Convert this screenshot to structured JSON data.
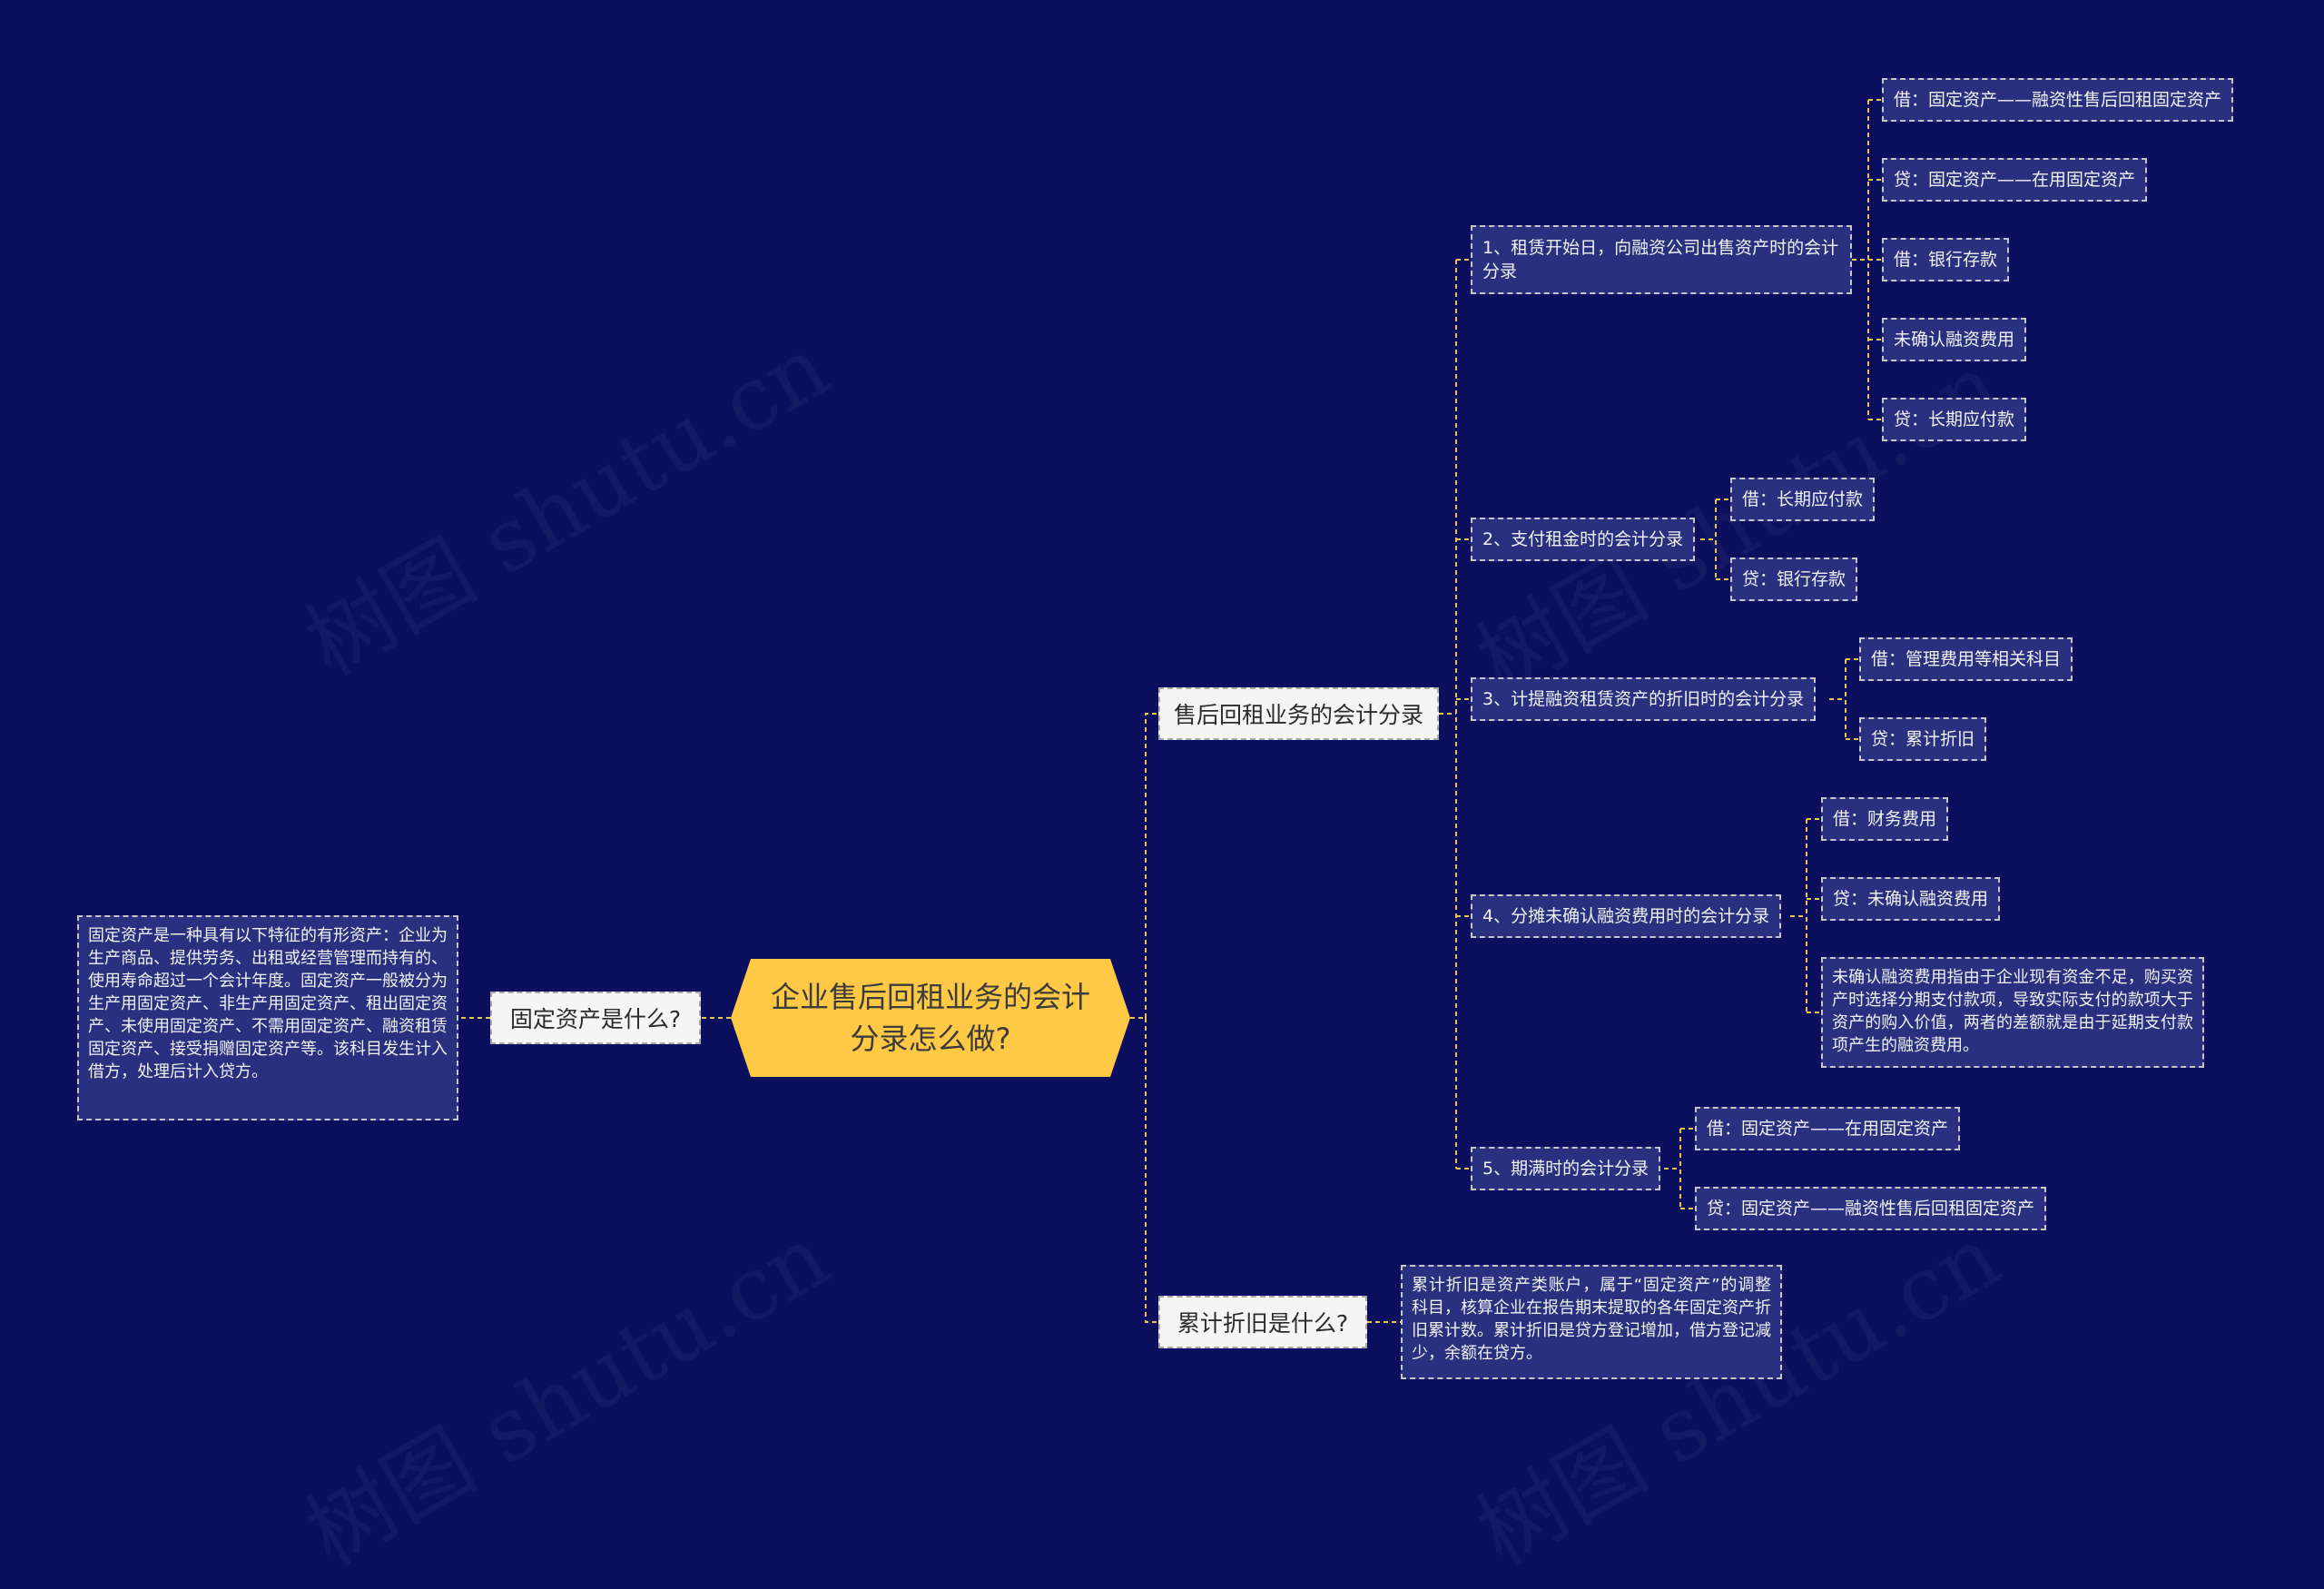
{
  "root": {
    "title": "企业售后回租业务的会计分录怎么做?"
  },
  "left": {
    "question": "固定资产是什么?",
    "description": "固定资产是一种具有以下特征的有形资产：企业为生产商品、提供劳务、出租或经营管理而持有的、使用寿命超过一个会计年度。固定资产一般被分为生产用固定资产、非生产用固定资产、租出固定资产、未使用固定资产、不需用固定资产、融资租赁固定资产、接受捐赠固定资产等。该科目发生计入借方，处理后计入贷方。"
  },
  "right": {
    "topic1": {
      "title": "售后回租业务的会计分录",
      "steps": [
        {
          "title": "1、租赁开始日，向融资公司出售资产时的会计分录",
          "items": [
            "借：固定资产——融资性售后回租固定资产",
            "贷：固定资产——在用固定资产",
            "借：银行存款",
            "未确认融资费用",
            "贷：长期应付款"
          ]
        },
        {
          "title": "2、支付租金时的会计分录",
          "items": [
            "借：长期应付款",
            "贷：银行存款"
          ]
        },
        {
          "title": "3、计提融资租赁资产的折旧时的会计分录",
          "items": [
            "借：管理费用等相关科目",
            "贷：累计折旧"
          ]
        },
        {
          "title": "4、分摊未确认融资费用时的会计分录",
          "items": [
            "借：财务费用",
            "贷：未确认融资费用",
            "未确认融资费用指由于企业现有资金不足，购买资产时选择分期支付款项，导致实际支付的款项大于资产的购入价值，两者的差额就是由于延期支付款项产生的融资费用。"
          ]
        },
        {
          "title": "5、期满时的会计分录",
          "items": [
            "借：固定资产——在用固定资产",
            "贷：固定资产——融资性售后回租固定资产"
          ]
        }
      ]
    },
    "topic2": {
      "title": "累计折旧是什么?",
      "description": "累计折旧是资产类账户，属于“固定资产”的调整科目，核算企业在报告期末提取的各年固定资产折旧累计数。累计折旧是贷方登记增加，借方登记减少，余额在贷方。"
    }
  },
  "watermark": "树图 shutu.cn",
  "colors": {
    "background": "#0b0f5e",
    "root": "#ffc845",
    "leaf": "#28307f",
    "connector": "#e8c44a"
  }
}
